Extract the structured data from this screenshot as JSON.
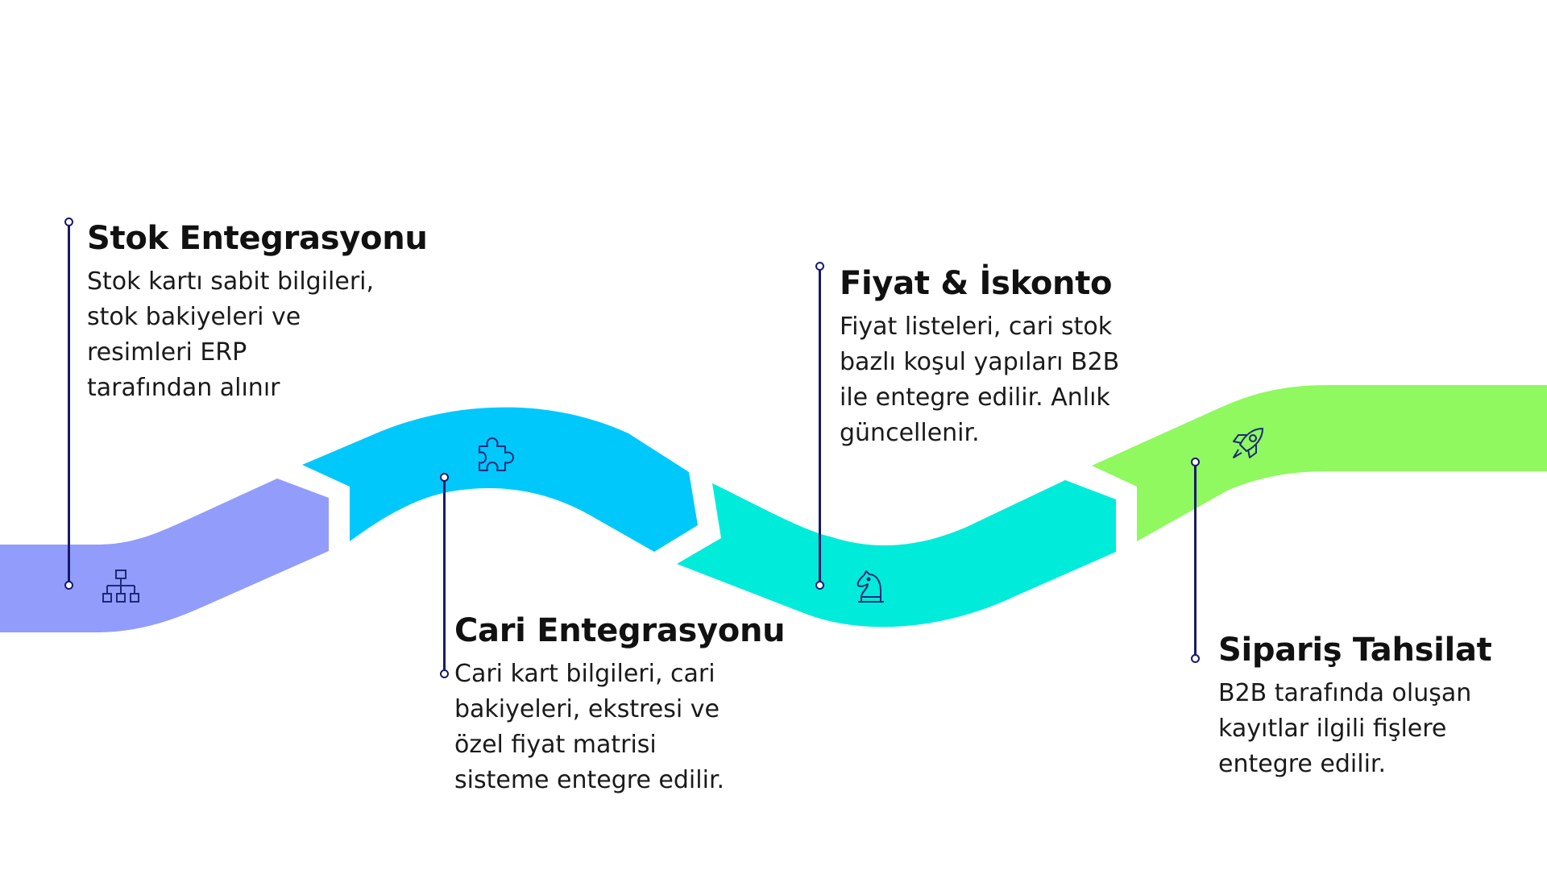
{
  "colors": {
    "segment_1": "#919cfb",
    "segment_2": "#00c8fb",
    "segment_3": "#00ebd9",
    "segment_4": "#8ff95f",
    "pin_line": "#171a6b",
    "icon_stroke": "#1b2a7a",
    "text": "#111111"
  },
  "steps": [
    {
      "title": "Stok Entegrasyonu",
      "description": "Stok kartı sabit bilgileri,\nstok bakiyeleri ve\nresimleri ERP\ntarafından alınır",
      "icon": "sitemap-icon"
    },
    {
      "title": "Cari Entegrasyonu",
      "description": "Cari kart bilgileri, cari\nbakiyeleri, ekstresi ve\nözel fiyat matrisi\nsisteme entegre  edilir.",
      "icon": "puzzle-icon"
    },
    {
      "title": "Fiyat & İskonto",
      "description": "Fiyat listeleri, cari stok\nbazlı koşul yapıları B2B\nile entegre edilir. Anlık\ngüncellenir.",
      "icon": "chess-knight-icon"
    },
    {
      "title": "Sipariş Tahsilat",
      "description": "B2B tarafında oluşan\nkayıtlar ilgili fişlere\nentegre edilir.",
      "icon": "rocket-icon"
    }
  ]
}
